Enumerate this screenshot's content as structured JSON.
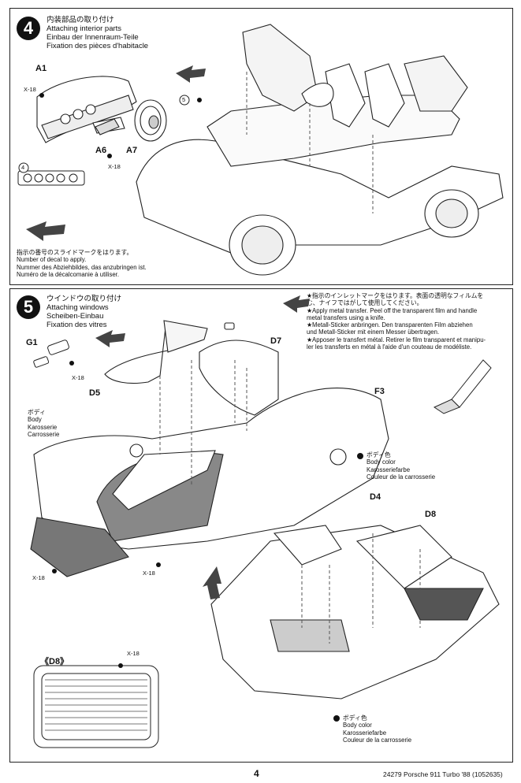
{
  "page_number": "4",
  "footer_ref": "24279  Porsche 911 Turbo '88 (1052635)",
  "step4": {
    "number": "4",
    "title_lines": [
      "内装部品の取り付け",
      "Attaching interior parts",
      "Einbau der Innenraum-Teile",
      "Fixation des pièces d'habitacle"
    ],
    "parts": {
      "a1": "A1",
      "a6": "A6",
      "a7": "A7"
    },
    "screw": "X-18",
    "callout_5": "5",
    "callout_4": "4",
    "decal_note": [
      "指示の番号のスライドマークをはります。",
      "Number of decal to apply.",
      "Nummer des Abziehbildes, das anzubringen ist.",
      "Numéro de la décalcomanie à utiliser."
    ]
  },
  "step5": {
    "number": "5",
    "title_lines": [
      "ウインドウの取り付け",
      "Attaching windows",
      "Scheiben-Einbau",
      "Fixation des vitres"
    ],
    "metal_note": [
      "★指示のインレットマークをはります。表面の透明なフィルムを",
      "む、ナイフではがして使用してください。",
      "★Apply metal transfer. Peel off the transparent film and handle",
      "metal transfers using a knife.",
      "★Metall-Sticker anbringen. Den transparenten Film abziehen",
      "und Metall-Sticker mit einem Messer übertragen.",
      "★Apposer le transfert métal. Retirer le film transparent et manipu-",
      "ler les transferts en métal à l'aide d'un couteau de modéliste."
    ],
    "parts": {
      "g1": "G1",
      "d5": "D5",
      "d7": "D7",
      "f3": "F3",
      "d4": "D4",
      "d8": "D8",
      "d8_inset": "《D8》"
    },
    "screw": "X-18",
    "body_label": [
      "ボディ",
      "Body",
      "Karosserie",
      "Carrosserie"
    ],
    "color_label_1": [
      "ボディ色",
      "Body color",
      "Karosseriefarbe",
      "Couleur de la carrosserie"
    ],
    "color_label_2": [
      "ボディ色",
      "Body color",
      "Karosseriefarbe",
      "Couleur de la carrosserie"
    ]
  }
}
